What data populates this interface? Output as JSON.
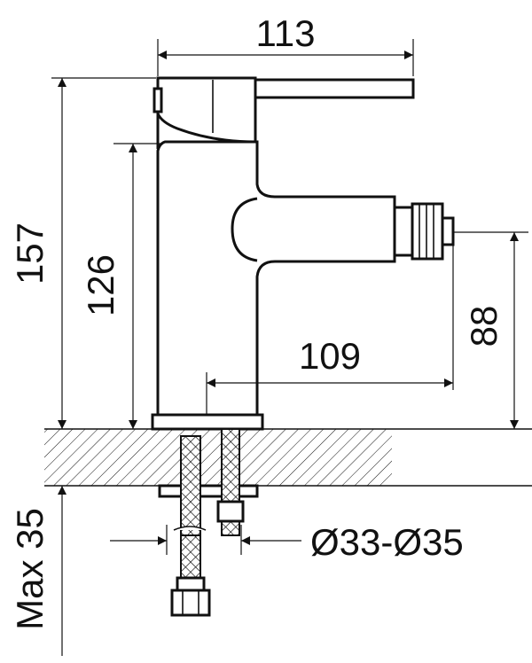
{
  "dimensions": {
    "width_top": "113",
    "height_total": "157",
    "height_body": "126",
    "spout_reach": "109",
    "spout_height": "88",
    "mount_hole": "Ø33-Ø35",
    "max_thickness": "Max 35"
  },
  "colors": {
    "ink": "#111111",
    "background": "#ffffff"
  }
}
